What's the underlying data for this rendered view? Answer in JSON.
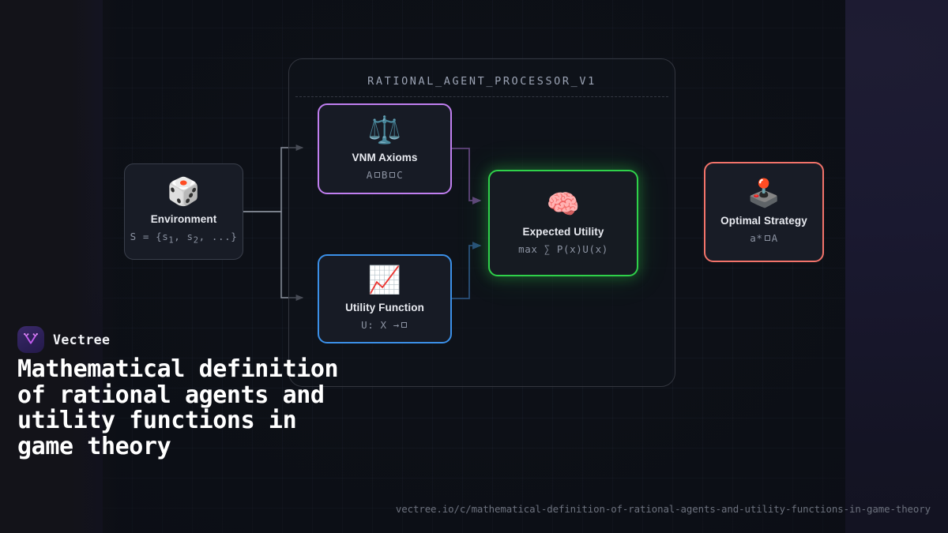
{
  "brand": {
    "name": "Vectree",
    "logo_icon": "vectree-tree-v-logo",
    "logo_color": "#c45cf0",
    "logo_bg": "#2f2260"
  },
  "page_title": "Mathematical definition of rational agents and utility functions in game theory",
  "footer_url": "vectree.io/c/mathematical-definition-of-rational-agents-and-utility-functions-in-game-theory",
  "diagram": {
    "container_title": "RATIONAL_AGENT_PROCESSOR_V1",
    "nodes": [
      {
        "id": "environment",
        "label": "Environment",
        "formula_prefix": "S = {s",
        "formula": "S = {s₁, s₂, ...}",
        "icon": "🎲",
        "icon_name": "dice-icon",
        "border_color": "#3a3f4b"
      },
      {
        "id": "vnm-axioms",
        "label": "VNM Axioms",
        "formula_parts": [
          "A",
          "B",
          "C"
        ],
        "formula": "A ▫ B ▫ C",
        "icon": "⚖️",
        "icon_name": "balance-scale-icon",
        "border_color": "#c07ff0"
      },
      {
        "id": "utility-function",
        "label": "Utility Function",
        "formula_parts": [
          "U:",
          "X",
          "→"
        ],
        "formula": "U: X → ▫",
        "icon": "📈",
        "icon_name": "chart-increasing-icon",
        "border_color": "#3b90e8"
      },
      {
        "id": "expected-utility",
        "label": "Expected Utility",
        "formula": "max ∑ P(x)U(x)",
        "icon": "🧠",
        "icon_name": "brain-icon",
        "border_color": "#2fd14a"
      },
      {
        "id": "optimal-strategy",
        "label": "Optimal Strategy",
        "formula_parts": [
          "a*",
          "A"
        ],
        "formula": "a* ▫ A",
        "icon": "🕹️",
        "icon_name": "joystick-icon",
        "border_color": "#f2736a"
      }
    ],
    "connectors": [
      {
        "from": "environment",
        "to": "vnm-axioms",
        "color": "#8a8f9c"
      },
      {
        "from": "environment",
        "to": "utility-function",
        "color": "#8a8f9c"
      },
      {
        "from": "vnm-axioms",
        "to": "expected-utility",
        "color": "#c07ff0"
      },
      {
        "from": "utility-function",
        "to": "expected-utility",
        "color": "#3b90e8"
      }
    ]
  }
}
